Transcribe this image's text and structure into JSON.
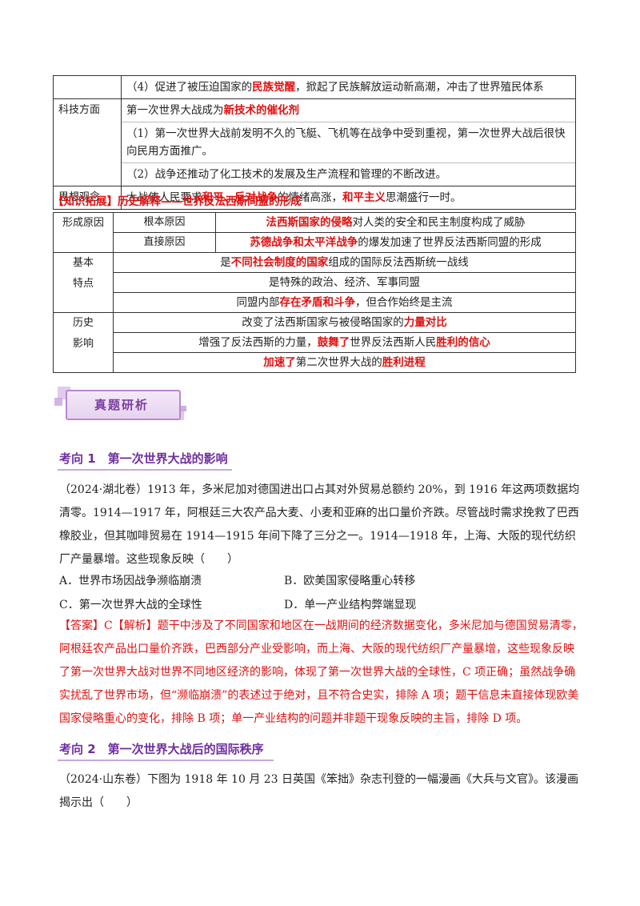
{
  "table1": {
    "row0_text": [
      {
        "t": "（4）促进了被压迫国家的",
        "c": ""
      },
      {
        "t": "民族觉醒",
        "c": "red"
      },
      {
        "t": "，掀起了民族解放运动新高潮，冲击了世界殖民体系",
        "c": ""
      }
    ],
    "sci_label": "科技方面",
    "sci_lines": [
      [
        {
          "t": "第一次世界大战成为",
          "c": ""
        },
        {
          "t": "新技术的催化剂",
          "c": "red"
        }
      ],
      [
        {
          "t": "（1）第一次世界大战前发明不久的飞艇、飞机等在战争中受到重视，第一次世界大战后很快向民用方面推广。",
          "c": ""
        }
      ],
      [
        {
          "t": "（2）战争还推动了化工技术的发展及生产流程和管理的不断改进。",
          "c": ""
        }
      ]
    ],
    "idea_label": "思想观念",
    "idea_text": [
      {
        "t": "大战使人民要求",
        "c": ""
      },
      {
        "t": "和平、反对战争",
        "c": "red"
      },
      {
        "t": "的情绪高涨，",
        "c": ""
      },
      {
        "t": "和平主义",
        "c": "red"
      },
      {
        "t": "思潮盛行一时。",
        "c": ""
      }
    ]
  },
  "extension_title": "【知识拓展】历史解释——世界反法西斯同盟的形成",
  "table2": {
    "formation_label": "形成原因",
    "root_label": "根本原因",
    "root_text": [
      {
        "t": "法西斯国家的侵略",
        "c": "red"
      },
      {
        "t": "对人类的安全和民主制度构成了威胁",
        "c": ""
      }
    ],
    "direct_label": "直接原因",
    "direct_text": [
      {
        "t": "苏德战争和太平洋战争",
        "c": "red"
      },
      {
        "t": "的爆发加速了世界反法西斯同盟的形成",
        "c": ""
      }
    ],
    "feature_label_1": "基本",
    "feature_label_2": "特点",
    "feature_rows": [
      [
        {
          "t": "是",
          "c": ""
        },
        {
          "t": "不同社会制度的国家",
          "c": "red"
        },
        {
          "t": "组成的国际反法西斯统一战线",
          "c": ""
        }
      ],
      [
        {
          "t": "是特殊的政治、经济、军事同盟",
          "c": ""
        }
      ],
      [
        {
          "t": "同盟内部",
          "c": ""
        },
        {
          "t": "存在矛盾和斗争",
          "c": "red"
        },
        {
          "t": "，但合作始终是主流",
          "c": ""
        }
      ]
    ],
    "impact_label_1": "历史",
    "impact_label_2": "影响",
    "impact_rows": [
      [
        {
          "t": "改变了法西斯国家与被侵略国家的",
          "c": ""
        },
        {
          "t": "力量对比",
          "c": "red"
        }
      ],
      [
        {
          "t": "增强了反法西斯的力量，",
          "c": ""
        },
        {
          "t": "鼓舞了",
          "c": "red"
        },
        {
          "t": "世界反法西斯人民",
          "c": ""
        },
        {
          "t": "胜利的信心",
          "c": "red"
        }
      ],
      [
        {
          "t": "加速了",
          "c": "red"
        },
        {
          "t": "第二次世界大战的",
          "c": ""
        },
        {
          "t": "胜利进程",
          "c": "red"
        }
      ]
    ]
  },
  "banner_label": "真题研析",
  "section1": {
    "heading": "考向 1　第一次世界大战的影响",
    "question": "（2024·湖北卷）1913 年，多米尼加对德国进出口占其对外贸易总额约 20%，到 1916 年这两项数据均清零。1914—1917 年，阿根廷三大农产品大麦、小麦和亚麻的出口量价齐跌。尽管战时需求挽救了巴西橡胶业，但其咖啡贸易在 1914—1915 年间下降了三分之一。1914—1918 年，上海、大阪的现代纺织厂产量暴增。这些现象反映（　　）",
    "options": {
      "A": "A．世界市场因战争濒临崩溃",
      "B": "B．欧美国家侵略重心转移",
      "C": "C．第一次世界大战的全球性",
      "D": "D．单一产业结构弊端显现"
    },
    "answer": "【答案】C【解析】题干中涉及了不同国家和地区在一战期间的经济数据变化，多米尼加与德国贸易清零，阿根廷农产品出口量价齐跌，巴西部分产业受影响，而上海、大阪的现代纺织厂产量暴增，这些现象反映了第一次世界大战对世界不同地区经济的影响，体现了第一次世界大战的全球性，C 项正确；虽然战争确实扰乱了世界市场，但“濒临崩溃”的表述过于绝对，且不符合史实，排除 A 项；题干信息未直接体现欧美国家侵略重心的变化，排除 B 项；单一产业结构的问题并非题干现象反映的主旨，排除 D 项。"
  },
  "section2": {
    "heading": "考向 2　第一次世界大战后的国际秩序",
    "question": "（2024·山东卷）下图为 1918 年 10 月 23 日英国《笨拙》杂志刊登的一幅漫画《大兵与文官》。该漫画揭示出（　　）"
  },
  "colors": {
    "red": "#e01010",
    "purple": "#6e2fa0"
  }
}
